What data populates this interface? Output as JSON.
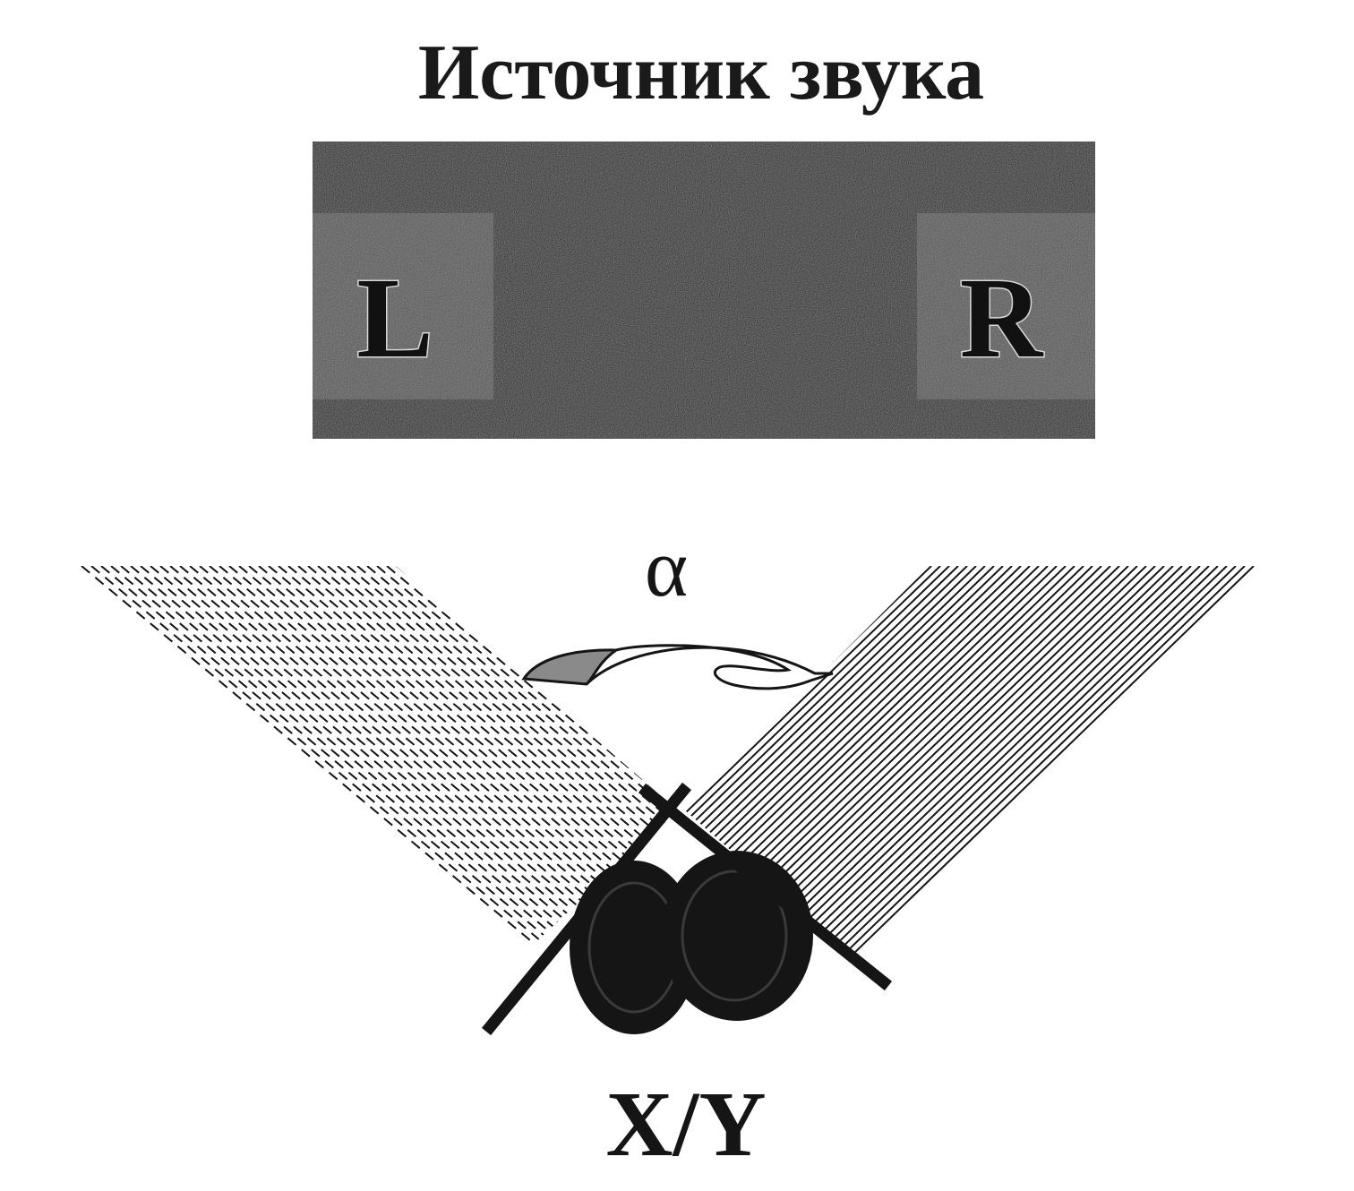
{
  "title": "Источник звука",
  "source": {
    "left_label": "L",
    "right_label": "R"
  },
  "angle_label": "α",
  "mic_label": "X/Y",
  "colors": {
    "source_bar": "#262626",
    "speaker_box": "#555555",
    "ink": "#151515",
    "arrow_fill": "#8a8a8a",
    "background": "#ffffff"
  },
  "patterns": {
    "left_pickup": "dashed-hatch",
    "right_pickup": "solid-hatch"
  }
}
